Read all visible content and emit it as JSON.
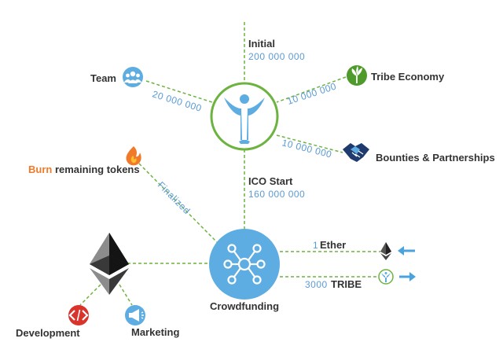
{
  "colors": {
    "line": "#6cb33f",
    "number": "#5b9bd5",
    "label": "#333333",
    "hub_ring": "#6cb33f",
    "hub_fill": "#5dade2",
    "crowdfunding_fill": "#5dade2",
    "tribe_economy": "#4e9a2a",
    "team": "#5dade2",
    "burn_accent": "#f07a2a",
    "development": "#d9342b",
    "marketing": "#5dade2",
    "arrow": "#4aa3df"
  },
  "hub": {
    "icon": "tribe-person-icon"
  },
  "nodes": {
    "initial": {
      "label": "Initial",
      "amount": "200 000 000"
    },
    "team": {
      "label": "Team",
      "amount": "20 000 000",
      "icon": "team-icon"
    },
    "tribe_economy": {
      "label": "Tribe Economy",
      "amount": "10 000 000",
      "icon": "plant-icon"
    },
    "bounties": {
      "label": "Bounties & Partnerships",
      "amount": "10 000 000",
      "icon": "handshake-icon"
    },
    "burn": {
      "label_accent": "Burn",
      "label_rest": " remaining tokens",
      "icon": "fire-icon"
    },
    "finalized": {
      "label": "Finalized"
    },
    "ico_start": {
      "label": "ICO Start",
      "amount": "160 000 000"
    },
    "crowdfunding": {
      "label": "Crowdfunding",
      "icon": "network-icon"
    },
    "ether_in": {
      "amount": "1",
      "label": "Ether",
      "icon": "ethereum-icon"
    },
    "tribe_out": {
      "amount": "3000",
      "label": "TRIBE",
      "icon": "tribe-token-icon"
    },
    "ethereum": {
      "icon": "ethereum-icon"
    },
    "development": {
      "label": "Development",
      "icon": "code-icon"
    },
    "marketing": {
      "label": "Marketing",
      "icon": "megaphone-icon"
    }
  }
}
